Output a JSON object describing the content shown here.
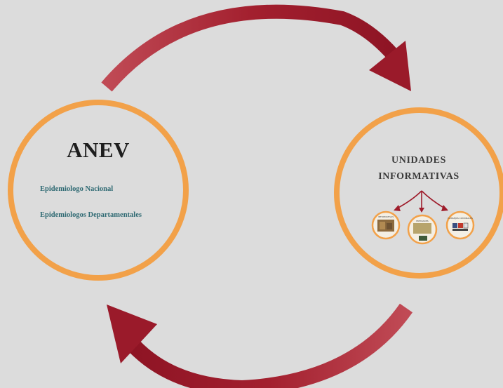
{
  "anev": {
    "title": "ANEV",
    "items": [
      "Epidemiologo Nacional",
      "Epidemiologos Departamentales"
    ]
  },
  "unidades": {
    "title_line1": "UNIDADES",
    "title_line2": "INFORMATIVAS",
    "sub_circles": [
      {
        "label": "INFORMATIVAS"
      },
      {
        "label": "ENTIDADES"
      },
      {
        "label": "CONSEJOS COMUNALES"
      }
    ]
  },
  "colors": {
    "background": "#dcdcdc",
    "circle_stroke": "#f2a149",
    "arrow": "#9e1b2a",
    "item_text": "#2f6a73",
    "title_text": "#1e1e1e"
  }
}
